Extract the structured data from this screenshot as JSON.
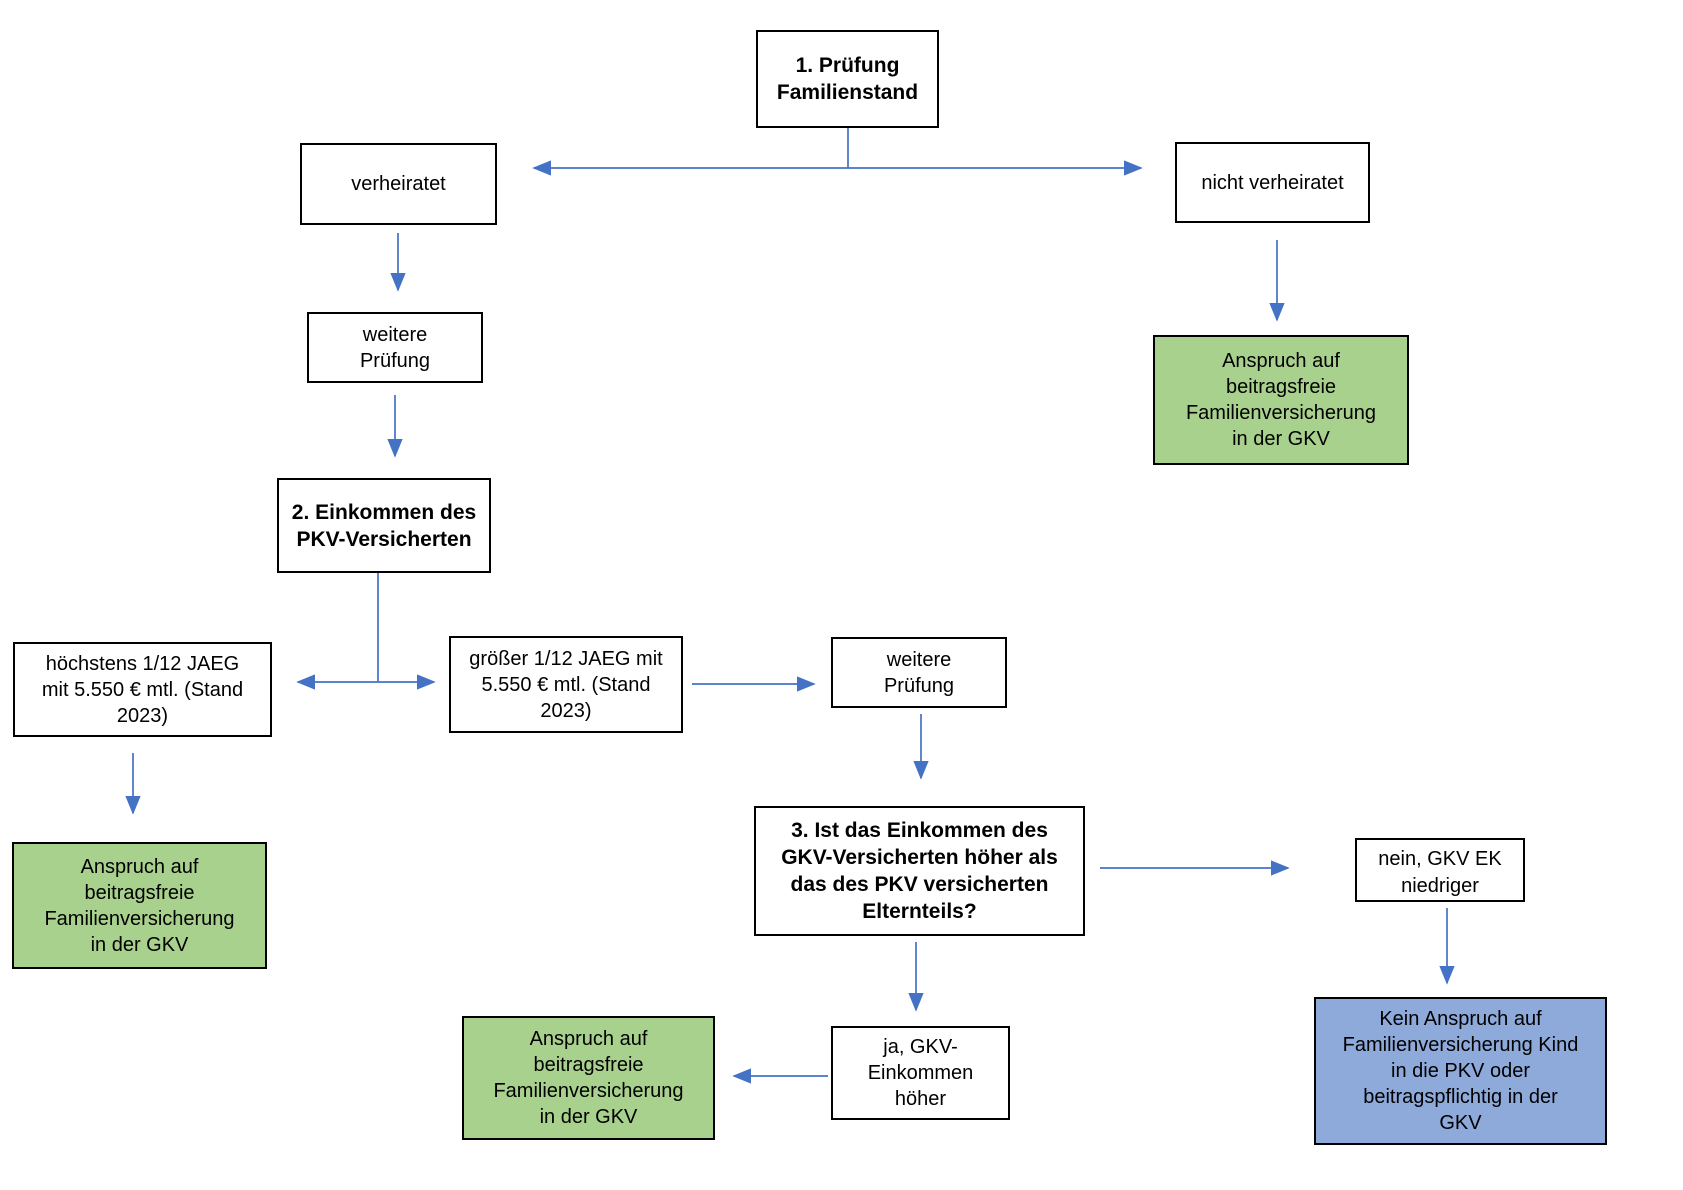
{
  "diagram": {
    "type": "flowchart",
    "language": "de",
    "topic": "Prüfung Anspruch auf Familienversicherung (GKV / PKV)"
  },
  "colors": {
    "positive_fill": "#A9D18E",
    "negative_fill": "#8EAADB",
    "neutral_fill": "#FFFFFF",
    "border": "#000000",
    "arrow": "#4472C4",
    "text": "#000000",
    "background": "#FFFFFF"
  },
  "nodes": {
    "step1": {
      "label": "1. Prüfung\nFamilienstand",
      "kind": "step-heading"
    },
    "verheiratet": {
      "label": "verheiratet",
      "kind": "branch"
    },
    "nicht_verheiratet": {
      "label": "nicht verheiratet",
      "kind": "branch"
    },
    "anspruch_nicht_verheiratet": {
      "label": "Anspruch auf\nbeitragsfreie\nFamilienversicherung\nin der GKV",
      "kind": "result-positive"
    },
    "weitere_pruefung_1": {
      "label": "weitere\nPrüfung",
      "kind": "process"
    },
    "step2": {
      "label": "2. Einkommen des\nPKV-Versicherten",
      "kind": "step-heading"
    },
    "hoechstens_jaeg": {
      "label": "höchstens 1/12 JAEG\nmit 5.550 € mtl. (Stand\n2023)",
      "kind": "branch"
    },
    "anspruch_hoechstens": {
      "label": "Anspruch auf\nbeitragsfreie\nFamilienversicherung\nin der GKV",
      "kind": "result-positive"
    },
    "groesser_jaeg": {
      "label": "größer 1/12 JAEG mit\n5.550 € mtl. (Stand\n2023)",
      "kind": "branch"
    },
    "weitere_pruefung_2": {
      "label": "weitere\nPrüfung",
      "kind": "process"
    },
    "step3": {
      "label": "3. Ist das Einkommen des\nGKV-Versicherten höher als\ndas des PKV versicherten\nElternteils?",
      "kind": "step-heading"
    },
    "nein_gkv_ek_niedriger": {
      "label": "nein, GKV EK\nniedriger",
      "kind": "branch"
    },
    "kein_anspruch": {
      "label": "Kein Anspruch auf\nFamilienversicherung Kind\nin die PKV oder\nbeitragspflichtig in der\nGKV",
      "kind": "result-negative"
    },
    "ja_gkv_einkommen_hoeher": {
      "label": "ja, GKV-\nEinkommen\nhöher",
      "kind": "branch"
    },
    "anspruch_gkv_hoeher": {
      "label": "Anspruch auf\nbeitragsfreie\nFamilienversicherung\nin der GKV",
      "kind": "result-positive"
    }
  }
}
